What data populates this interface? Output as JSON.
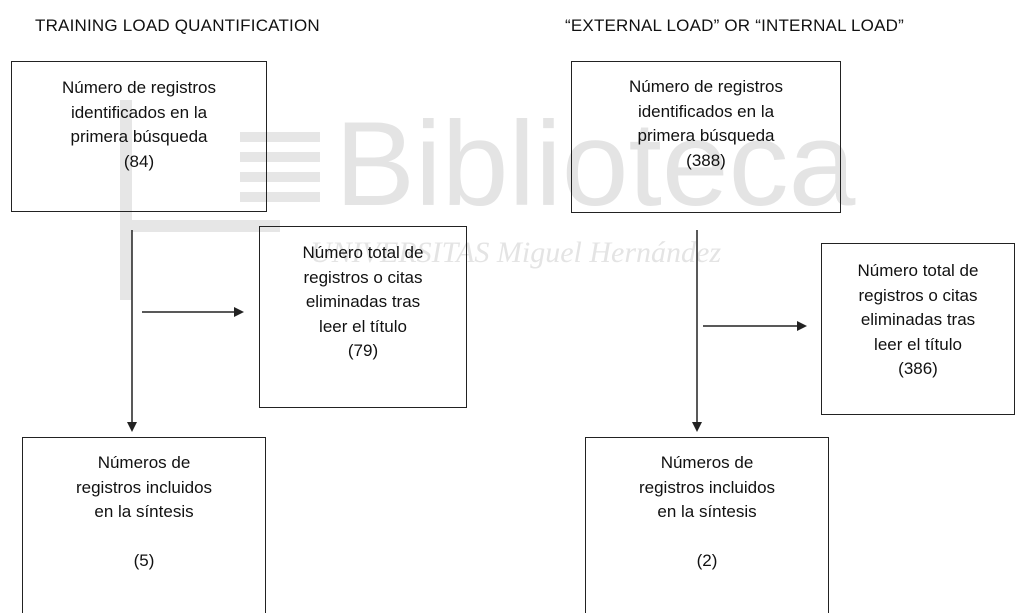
{
  "headings": {
    "left": "TRAINING LOAD QUANTIFICATION",
    "right": "“EXTERNAL LOAD” OR “INTERNAL LOAD”"
  },
  "left": {
    "search_box": {
      "lines": [
        "Número de registros",
        "identificados en la",
        "primera búsqueda",
        "(84)"
      ]
    },
    "excluded_box": {
      "lines": [
        "Número total de",
        "registros o citas",
        "eliminadas tras",
        "leer el título",
        "(79)"
      ]
    },
    "included_box": {
      "lines": [
        "Números de",
        "registros incluidos",
        "en la síntesis",
        "(5)"
      ]
    }
  },
  "right": {
    "search_box": {
      "lines": [
        "Número de registros",
        "identificados en la",
        "primera búsqueda",
        "(388)"
      ]
    },
    "excluded_box": {
      "lines": [
        "Número total de",
        "registros o citas",
        "eliminadas tras",
        "leer el título",
        "(386)"
      ]
    },
    "included_box": {
      "lines": [
        "Números de",
        "registros incluidos",
        "en la síntesis",
        "(2)"
      ]
    }
  },
  "watermark": {
    "title": "Biblioteca",
    "subtitle": "UNIVERSITAS Miguel Hernández"
  },
  "colors": {
    "line": "#222222",
    "text": "#111111",
    "watermark": "#e2e2e2"
  }
}
